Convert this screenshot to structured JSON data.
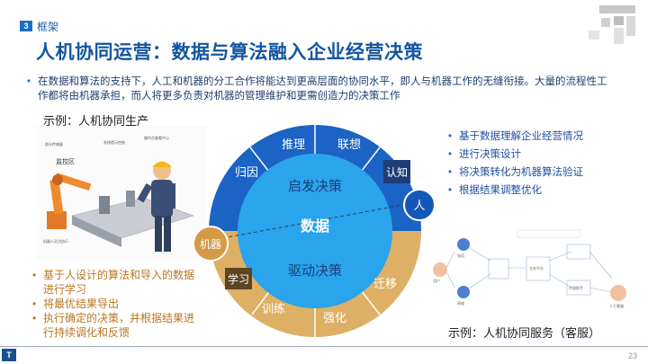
{
  "header": {
    "section_number": "3",
    "section_label": "框架",
    "title": "人机协同运营：数据与算法融入企业经营决策"
  },
  "intro": "在数据和算法的支持下，人工和机器的分工合作将能达到更高层面的协同水平，即人与机器工作的无缝衔接。大量的流程性工作都将由机器承担，而人将更多负责对机器的管理维护和更需创造力的决策工作",
  "example_top": "示例：人机协同生产",
  "example_bottom": "示例：人机协同服务（客服）",
  "right_bullets": [
    "基于数据理解企业经营情况",
    "进行决策设计",
    "将决策转化为机器算法验证",
    "根据结果调整优化"
  ],
  "left_bullets": [
    "基于人设计的算法和导入的数据进行学习",
    "将最优结果导出",
    "执行确定的决策，并根据结果进行持续调化和反馈"
  ],
  "diagram": {
    "top_ring": [
      "归因",
      "推理",
      "联想"
    ],
    "top_label": "认知",
    "bottom_ring": [
      "训练",
      "强化",
      "迁移"
    ],
    "bottom_label": "学习",
    "upper_core": "启发决策",
    "center": "数据",
    "lower_core": "驱动决策",
    "human": "人",
    "machine": "机器"
  },
  "factory_labels": {
    "zone": "监控区",
    "l1": "部分传感器",
    "l2": "系统提示控制",
    "l3": "操作员查看中心",
    "l4": "机器人灵活执行"
  },
  "flow_labels": {
    "n1": "电话",
    "n2": "网络",
    "n3": "用户",
    "n4": "业务平台",
    "n5": "代理助手",
    "n6": "人工客服"
  },
  "footer": {
    "logo": "T",
    "page": "23"
  },
  "colors": {
    "blue": "#1b6fc2",
    "dark_blue": "#1456a0",
    "gold": "#d9a54b",
    "light_blue": "#2fa9ee"
  }
}
